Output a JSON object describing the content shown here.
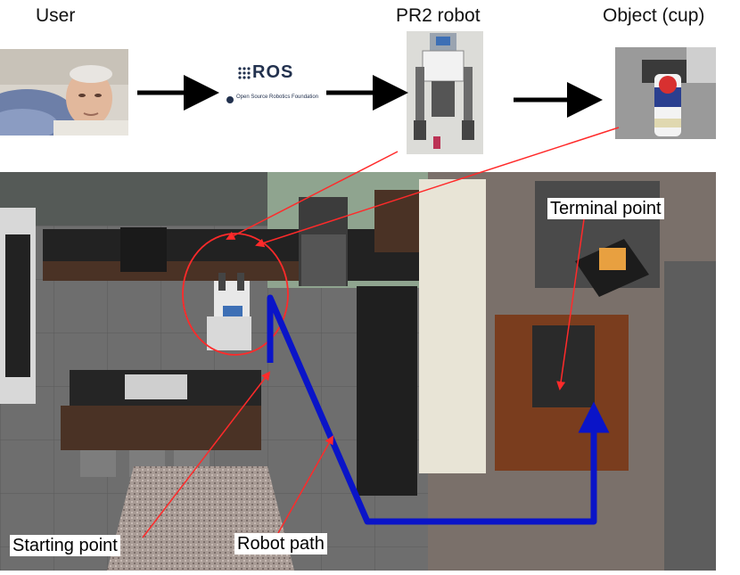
{
  "header": {
    "user_label": "User",
    "robot_label": "PR2 robot",
    "object_label": "Object (cup)"
  },
  "ros_logo": {
    "text": "ROS",
    "subtitle": "Open Source Robotics Foundation"
  },
  "annotations": {
    "terminal_point": "Terminal point",
    "starting_point": "Starting point",
    "robot_path": "Robot path"
  },
  "colors": {
    "path": "#0a14c8",
    "annotation_lines": "#ff2a2a",
    "ros_text": "#22314e"
  }
}
